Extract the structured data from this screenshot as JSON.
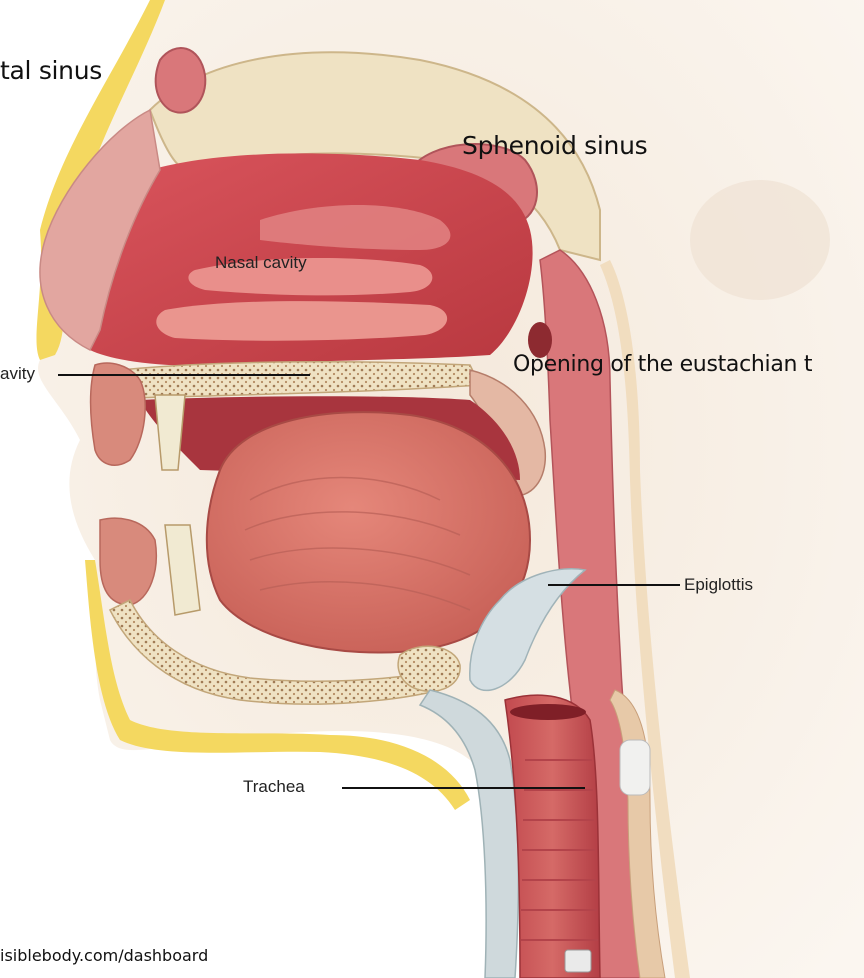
{
  "labels": {
    "frontal_sinus": "tal sinus",
    "sphenoid_sinus": "Sphenoid sinus",
    "nasal_cavity": "Nasal cavity",
    "eustachian_opening": "Opening of the eustachian t",
    "oral_cavity": "avity",
    "epiglottis": "Epiglottis",
    "trachea": "Trachea"
  },
  "source_text": "isiblebody.com/dashboard",
  "colors": {
    "skin": "#f3e6d6",
    "fat": "#f4d860",
    "bone": "#efe2c3",
    "mucosa": "#c9484f",
    "muscle": "#d8776a",
    "cartilage": "#cfd9dc"
  }
}
